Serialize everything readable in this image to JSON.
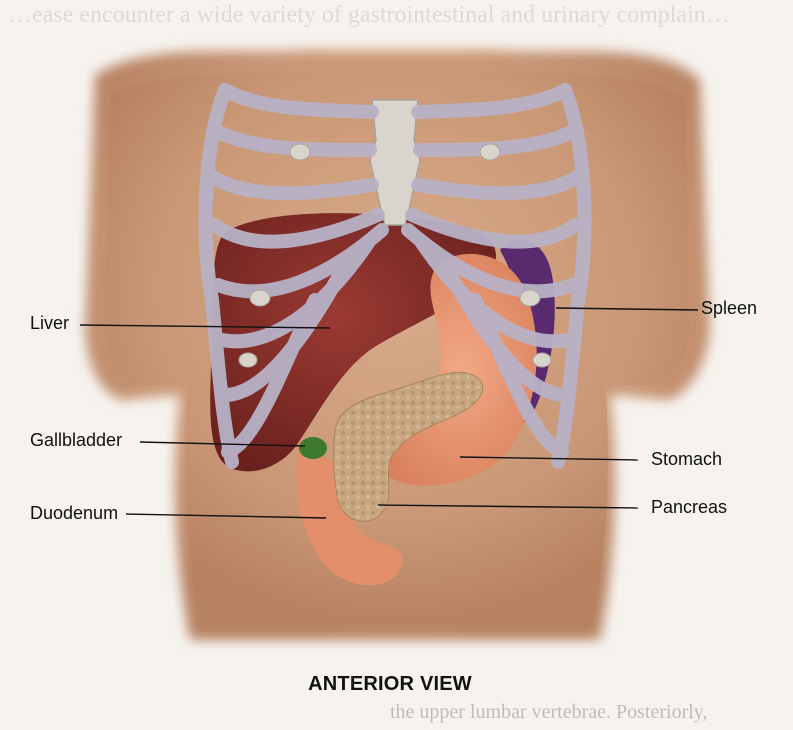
{
  "background_text": {
    "top": "…ease encounter a wide variety of gastrointestinal and urinary complain…",
    "bottom": "the upper lumbar vertebrae. Posteriorly,"
  },
  "labels": {
    "liver": "Liver",
    "spleen": "Spleen",
    "gallbladder": "Gallbladder",
    "stomach": "Stomach",
    "duodenum": "Duodenum",
    "pancreas": "Pancreas"
  },
  "caption": "ANTERIOR VIEW",
  "colors": {
    "skin": "#c99775",
    "liver": "#7a2a26",
    "stomach": "#e59470",
    "pancreas": "#c2a07c",
    "spleen": "#5a2a6e",
    "gallbladder": "#3d7a2e",
    "rib": "#b8b2c6",
    "leader_line": "#111111"
  }
}
